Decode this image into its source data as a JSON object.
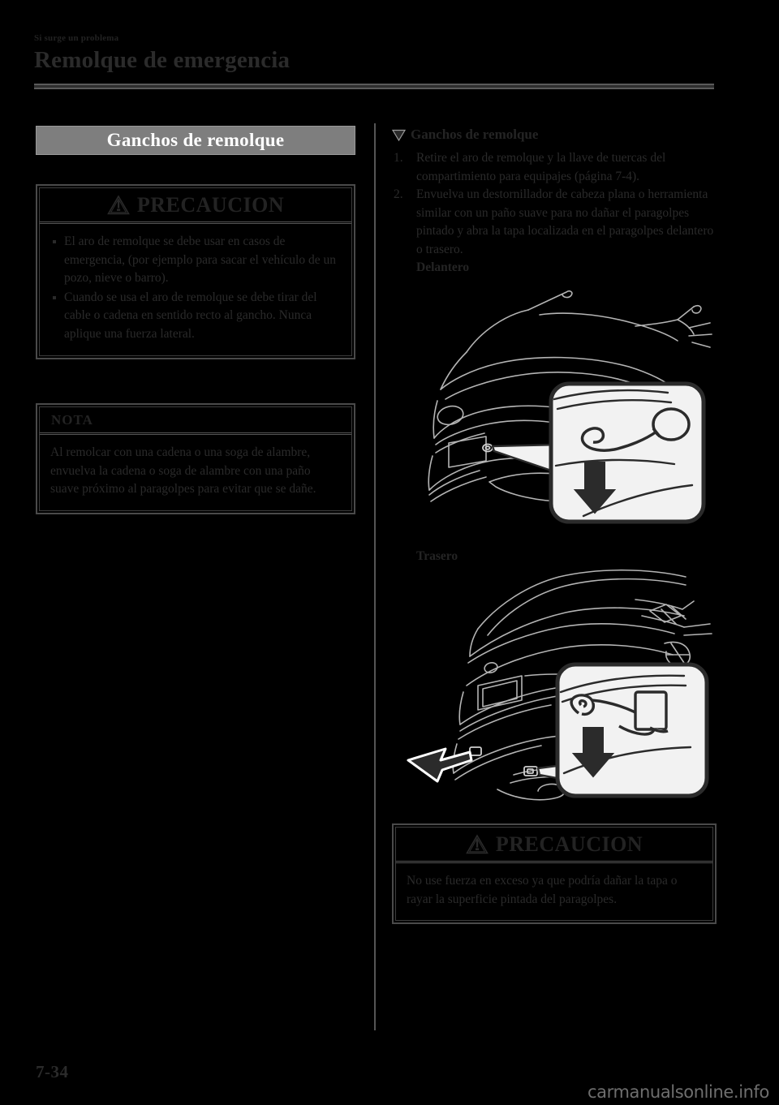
{
  "header": {
    "kicker": "Si surge un problema",
    "title": "Remolque de emergencia"
  },
  "left_column": {
    "section_title": "Ganchos de remolque",
    "caution_box": {
      "heading": "PRECAUCION",
      "icon": "warning-triangle-icon",
      "bullets": [
        "El aro de remolque se debe usar en casos de emergencia, (por ejemplo para sacar el vehículo de un pozo, nieve o barro).",
        "Cuando se usa el aro de remolque se debe tirar del cable o cadena en sentido recto al gancho. Nunca aplique una fuerza lateral."
      ]
    },
    "note_box": {
      "heading": "NOTA",
      "text": "Al remolcar con una cadena o una soga de alambre, envuelva la cadena o soga de alambre con una paño suave próximo al paragolpes para evitar que se dañe."
    }
  },
  "right_column": {
    "sub_heading": "Ganchos de remolque",
    "sub_heading_marker": "triangle-down-icon",
    "steps": [
      {
        "num": "1.",
        "text": "Retire el aro de remolque y la llave de tuercas del compartimiento para equipajes (página 7-4)."
      },
      {
        "num": "2.",
        "text": "Envuelva un destornillador de cabeza plana o herramienta similar con un paño suave para no dañar el paragolpes pintado y abra la tapa localizada en el paragolpes delantero o trasero."
      }
    ],
    "figure_front_label": "Delantero",
    "figure_front_name": "front-bumper-tow-hook-illustration",
    "figure_rear_label": "Trasero",
    "figure_rear_name": "rear-bumper-tow-hook-illustration",
    "caution_box": {
      "heading": "PRECAUCION",
      "icon": "warning-triangle-icon",
      "text": "No use fuerza en exceso ya que podría dañar la tapa o rayar la superficie pintada del paragolpes."
    }
  },
  "footer": {
    "page_number": "7-34",
    "watermark": "carmanualsonline.info"
  },
  "colors": {
    "background": "#000000",
    "section_bar": "#7e7e7e",
    "section_bar_text": "#ffffff",
    "body_text": "#2a2a2a",
    "rule": "#5a5a5a",
    "illustration_line": "#b8b8b8",
    "callout_fill": "#f2f2f2",
    "watermark": "#6e6e6e"
  }
}
